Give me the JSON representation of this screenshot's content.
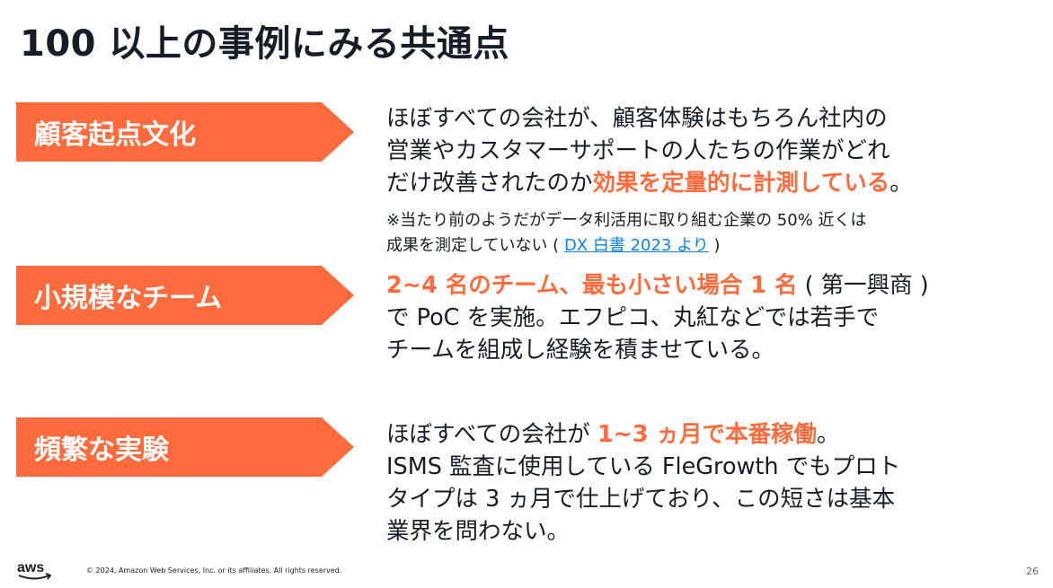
{
  "slide": {
    "title": "100 以上の事例にみる共通点",
    "page_number": "26",
    "footer_copyright": "© 2024, Amazon Web Services, Inc. or its affiliates. All rights reserved.",
    "logo_text": "aws",
    "accent_color": "#ff6b3d",
    "link_color": "#0c83e6"
  },
  "sections": [
    {
      "label": "顧客起点文化",
      "line1": "ほぼすべての会社が、顧客体験はもちろん社内の",
      "line2": "営業やカスタマーサポートの人たちの作業がどれ",
      "line3_pre": "だけ改善されたのか",
      "line3_hl": "効果を定量的に計測している",
      "line3_post": "。",
      "note_line1": "※当たり前のようだがデータ利活用に取り組む企業の 50% 近くは",
      "note_line2_pre": "成果を測定していない ( ",
      "note_link": "DX 白書 2023 より",
      "note_line2_post": " )"
    },
    {
      "label": "小規模なチーム",
      "line1_hl": "2~4 名のチーム、最も小さい場合 1 名",
      "line1_post": " ( 第一興商 )",
      "line2": "で PoC を実施。エフピコ、丸紅などでは若手で",
      "line3": "チームを組成し経験を積ませている。"
    },
    {
      "label": "頻繁な実験",
      "line1_pre": "ほぼすべての会社が ",
      "line1_hl": "1~3 ヵ月で本番稼働",
      "line1_post": "。",
      "line2": "ISMS 監査に使用している FleGrowth でもプロト",
      "line3": "タイプは 3 ヵ月で仕上げており、この短さは基本",
      "line4": "業界を問わない。"
    }
  ]
}
